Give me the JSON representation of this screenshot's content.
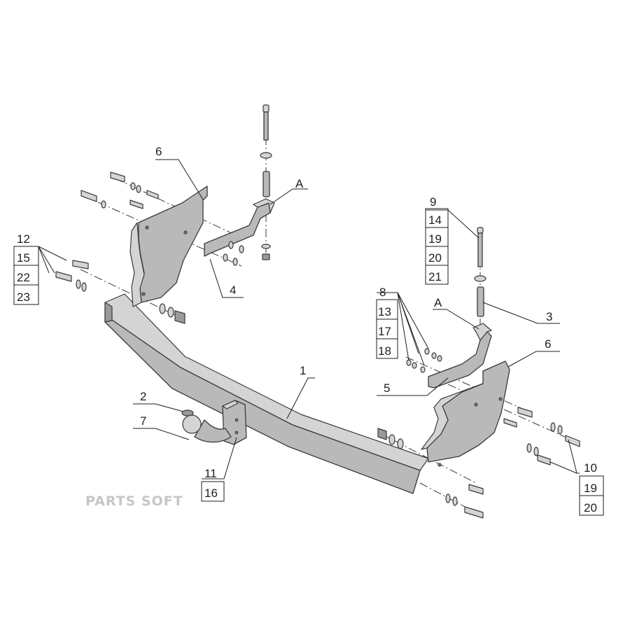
{
  "callouts": {
    "part_1": "1",
    "part_2": "2",
    "part_3": "3",
    "part_4": "4",
    "part_5": "5",
    "part_6_left": "6",
    "part_6_right": "6",
    "part_7": "7",
    "group_left": [
      "12",
      "15",
      "22",
      "23"
    ],
    "group_center": [
      "8",
      "13",
      "17",
      "18"
    ],
    "group_top_right": [
      "9",
      "14",
      "19",
      "20",
      "21"
    ],
    "group_bottom_right": [
      "10",
      "19",
      "20"
    ],
    "group_ball": [
      "11",
      "16"
    ],
    "view_a_left": "A",
    "view_a_right": "A"
  },
  "watermark": "PARTS SOFT"
}
